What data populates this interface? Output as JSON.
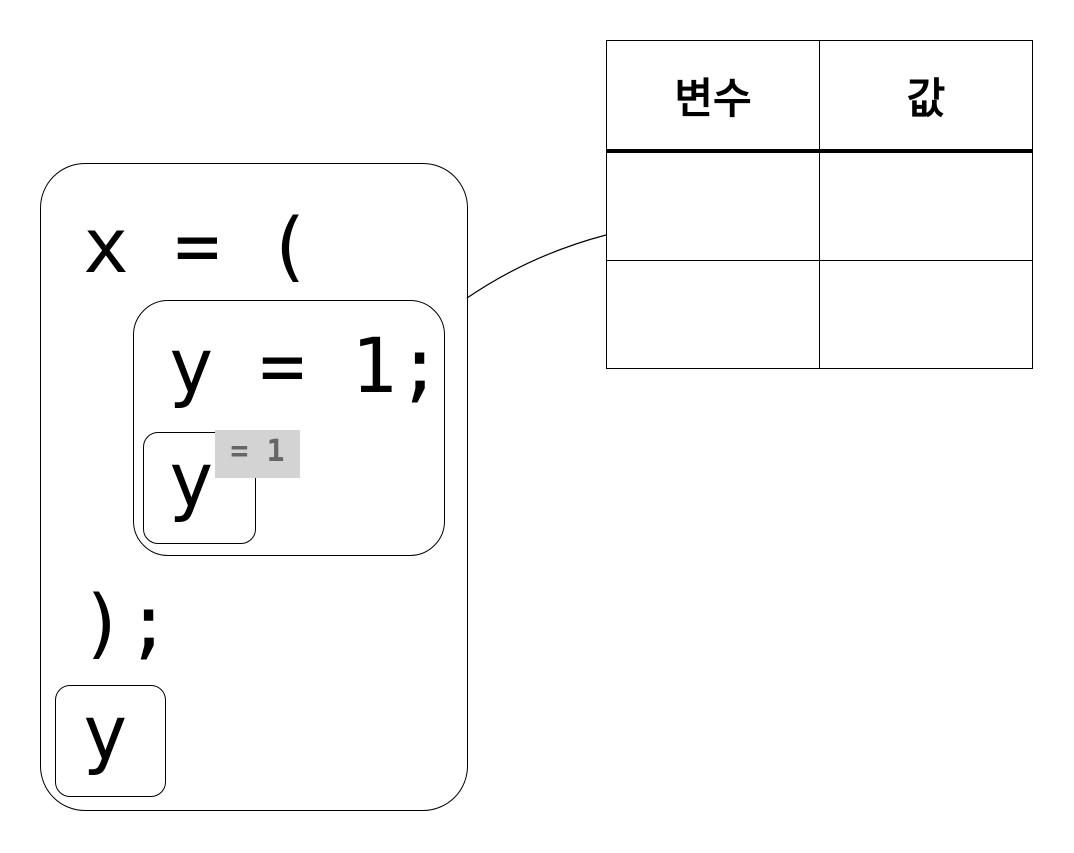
{
  "code": {
    "line1": "x = (",
    "line2": "y = 1;",
    "ref_inner": "y",
    "annotation": "= 1",
    "line3": ");",
    "ref_outer": "y"
  },
  "table": {
    "headers": [
      "변수",
      "값"
    ],
    "rows": [
      [
        "",
        ""
      ],
      [
        "",
        ""
      ]
    ]
  }
}
